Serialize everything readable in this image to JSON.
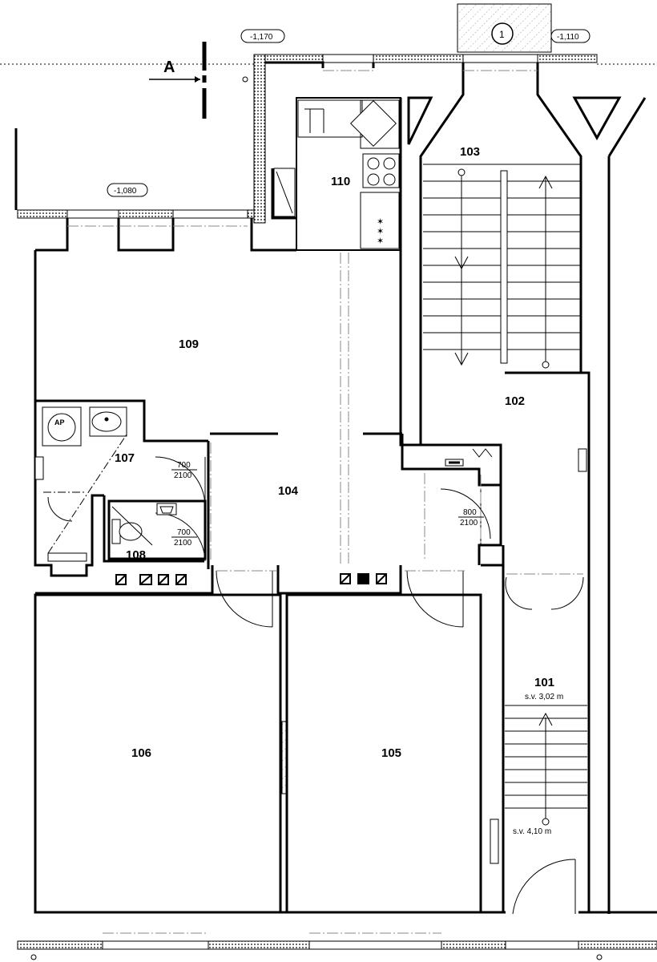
{
  "section_marker": "A",
  "stair_marker": "1",
  "elevations": {
    "e1": "-1,170",
    "e2": "-1,110",
    "e3": "-1,080"
  },
  "rooms": {
    "r101": "101",
    "r102": "102",
    "r103": "103",
    "r104": "104",
    "r105": "105",
    "r106": "106",
    "r107": "107",
    "r108": "108",
    "r109": "109",
    "r110": "110"
  },
  "stair_levels": {
    "upper": "s.v. 3,02 m",
    "lower": "s.v. 4,10 m"
  },
  "doors": {
    "d107_w": "700",
    "d107_h": "2100",
    "d108_w": "700",
    "d108_h": "2100",
    "d102_w": "800",
    "d102_h": "2100"
  },
  "fixtures": {
    "washer": "AP"
  }
}
